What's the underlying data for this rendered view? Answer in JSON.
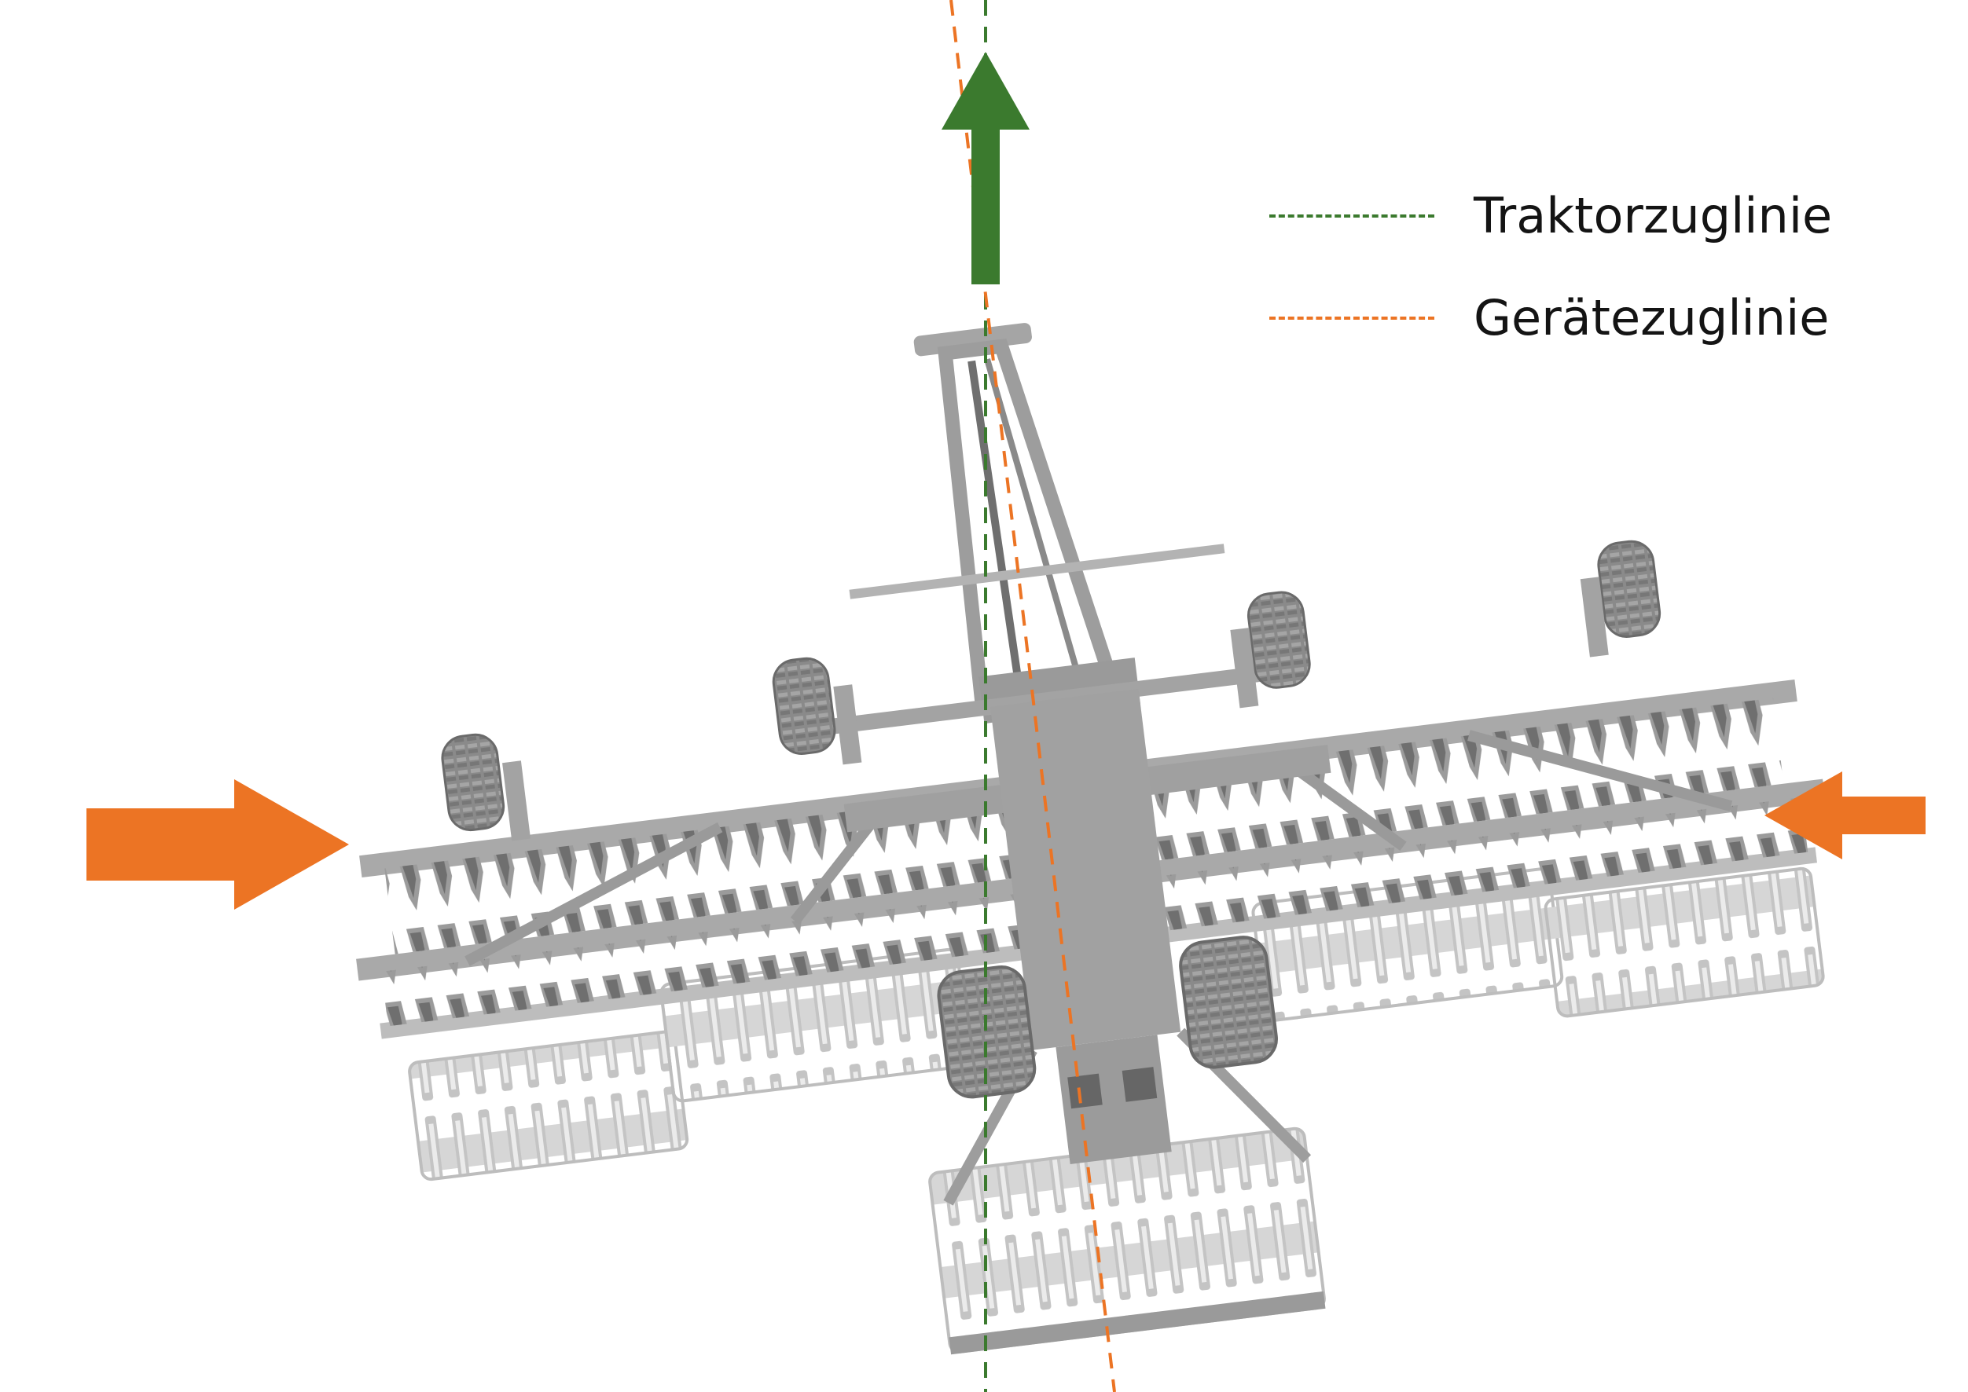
{
  "legend": {
    "items": [
      {
        "label": "Traktorzuglinie",
        "color": "#3b7a2e",
        "style": "dashed"
      },
      {
        "label": "Gerätezuglinie",
        "color": "#ec7424",
        "style": "dashed"
      }
    ]
  },
  "colors": {
    "pull_arrow": "#3b7a2e",
    "side_force_arrows": "#ec7424",
    "machine_body": "#b3b3b3",
    "machine_dark": "#7a7a7a",
    "tyres": "#8f8f8f"
  },
  "icons": {
    "forward_arrow": "arrow-up-icon",
    "left_force_arrow": "arrow-right-icon",
    "right_force_arrow": "arrow-left-icon"
  }
}
